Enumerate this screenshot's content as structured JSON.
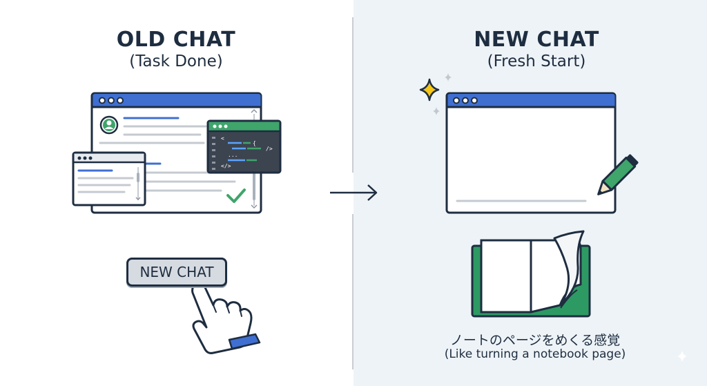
{
  "left": {
    "title": "OLD CHAT",
    "subtitle": "(Task Done)",
    "button_label": "NEW CHAT"
  },
  "right": {
    "title": "NEW CHAT",
    "subtitle": "(Fresh Start)",
    "caption_jp": "ノートのページをめくる感覚",
    "caption_en": "(Like turning a notebook page)"
  },
  "colors": {
    "navy": "#1e2d40",
    "titlebar_blue": "#3f6fd1",
    "code_green": "#3fa56b",
    "code_bg": "#3c4450",
    "notebook_green": "#2e9a63",
    "star_yellow": "#f5c518",
    "right_bg": "#eef3f7"
  },
  "icons": [
    "avatar-icon",
    "checkmark-icon",
    "code-window-icon",
    "arrow-right-icon",
    "sparkle-icon",
    "pencil-icon",
    "notebook-icon",
    "pointing-hand-icon"
  ]
}
